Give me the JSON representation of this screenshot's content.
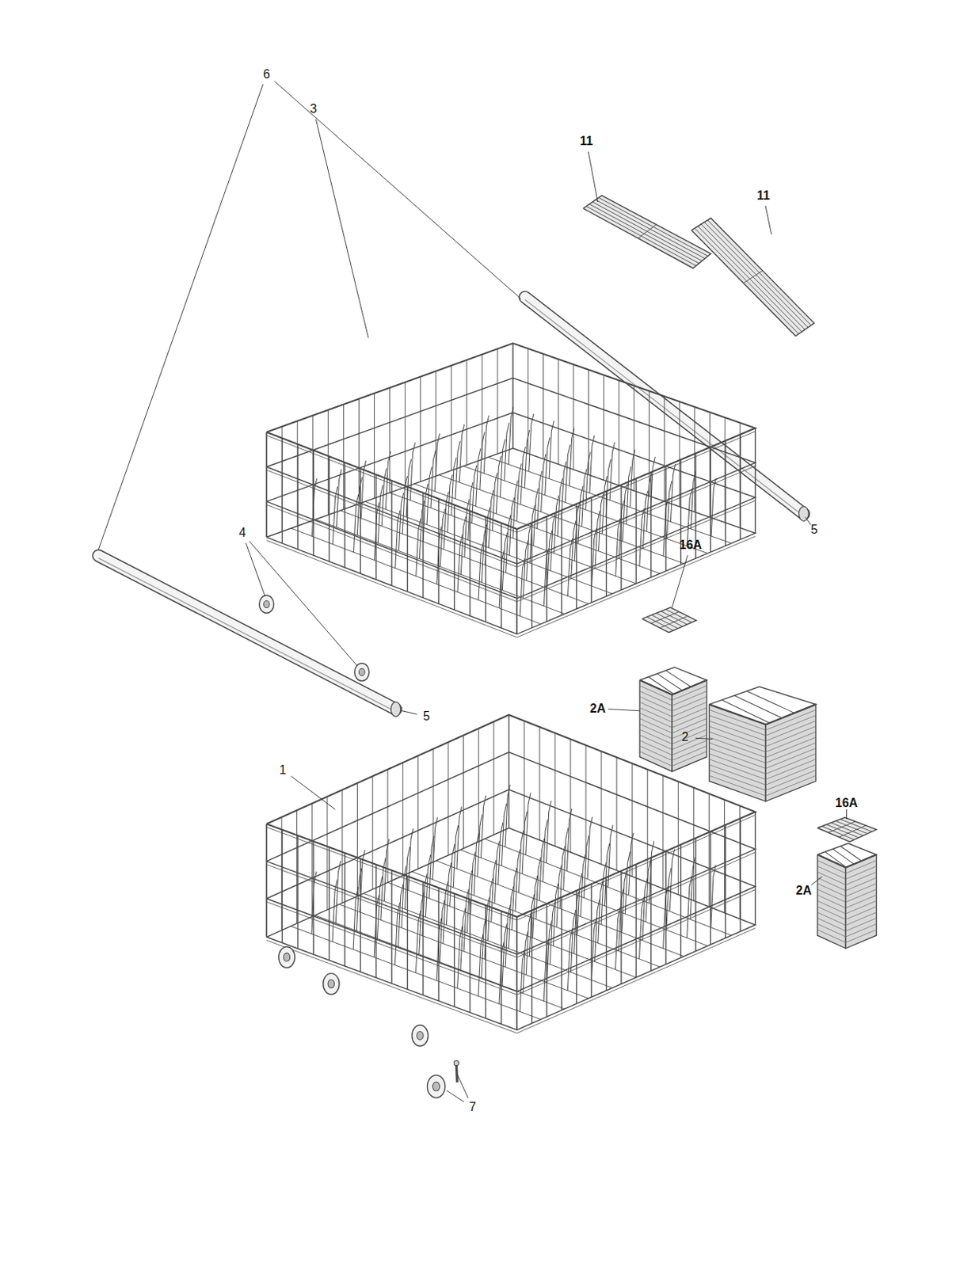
{
  "diagram": {
    "labels": [
      "11",
      "11",
      "6",
      "3",
      "5",
      "4",
      "16A",
      "5",
      "2A",
      "16A",
      "1",
      "2",
      "2A",
      "7"
    ]
  }
}
